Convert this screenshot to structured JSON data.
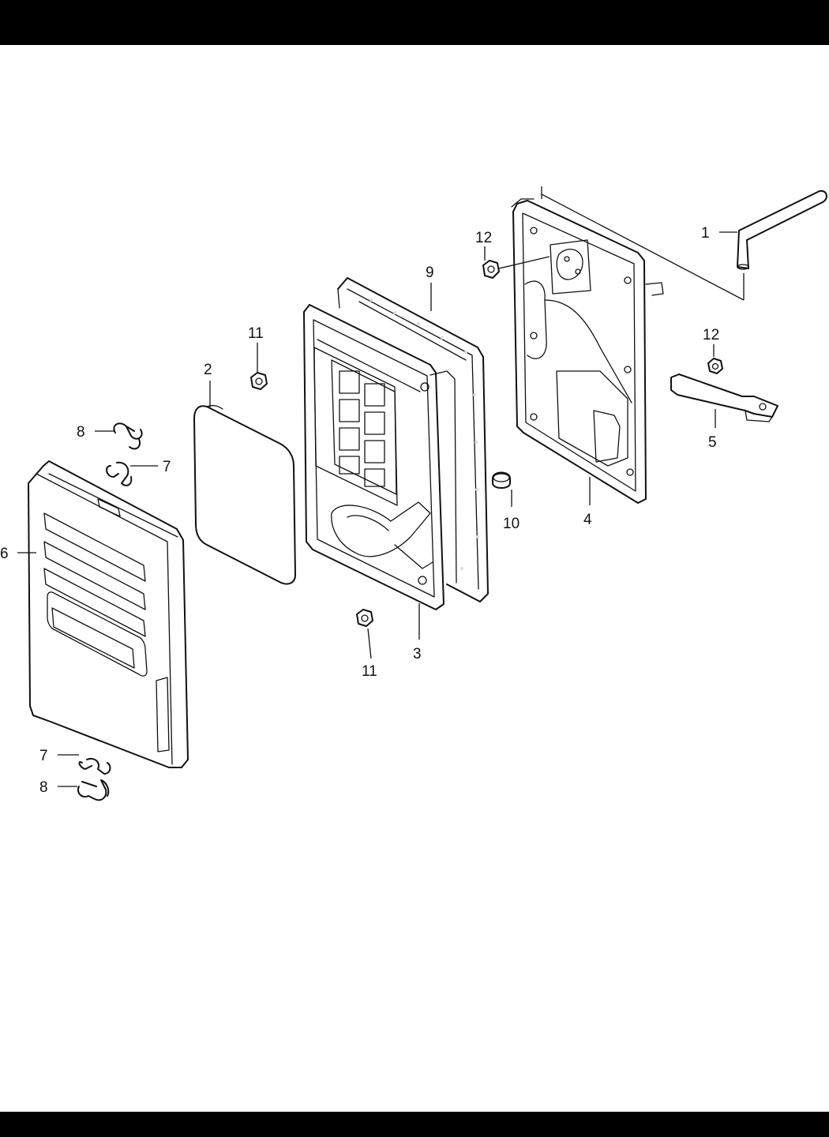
{
  "colors": {
    "bar": "#000000",
    "line": "#111111",
    "paper": "#ffffff",
    "speckle": "#d9d9d9"
  },
  "callouts": [
    {
      "id": "1",
      "text": "1"
    },
    {
      "id": "2",
      "text": "2"
    },
    {
      "id": "3",
      "text": "3"
    },
    {
      "id": "4",
      "text": "4"
    },
    {
      "id": "5",
      "text": "5"
    },
    {
      "id": "6",
      "text": "6"
    },
    {
      "id": "7a",
      "text": "7"
    },
    {
      "id": "7b",
      "text": "7"
    },
    {
      "id": "8a",
      "text": "8"
    },
    {
      "id": "8b",
      "text": "8"
    },
    {
      "id": "9",
      "text": "9"
    },
    {
      "id": "10",
      "text": "10"
    },
    {
      "id": "11a",
      "text": "11"
    },
    {
      "id": "11b",
      "text": "11"
    },
    {
      "id": "12a",
      "text": "12"
    },
    {
      "id": "12b",
      "text": "12"
    }
  ]
}
